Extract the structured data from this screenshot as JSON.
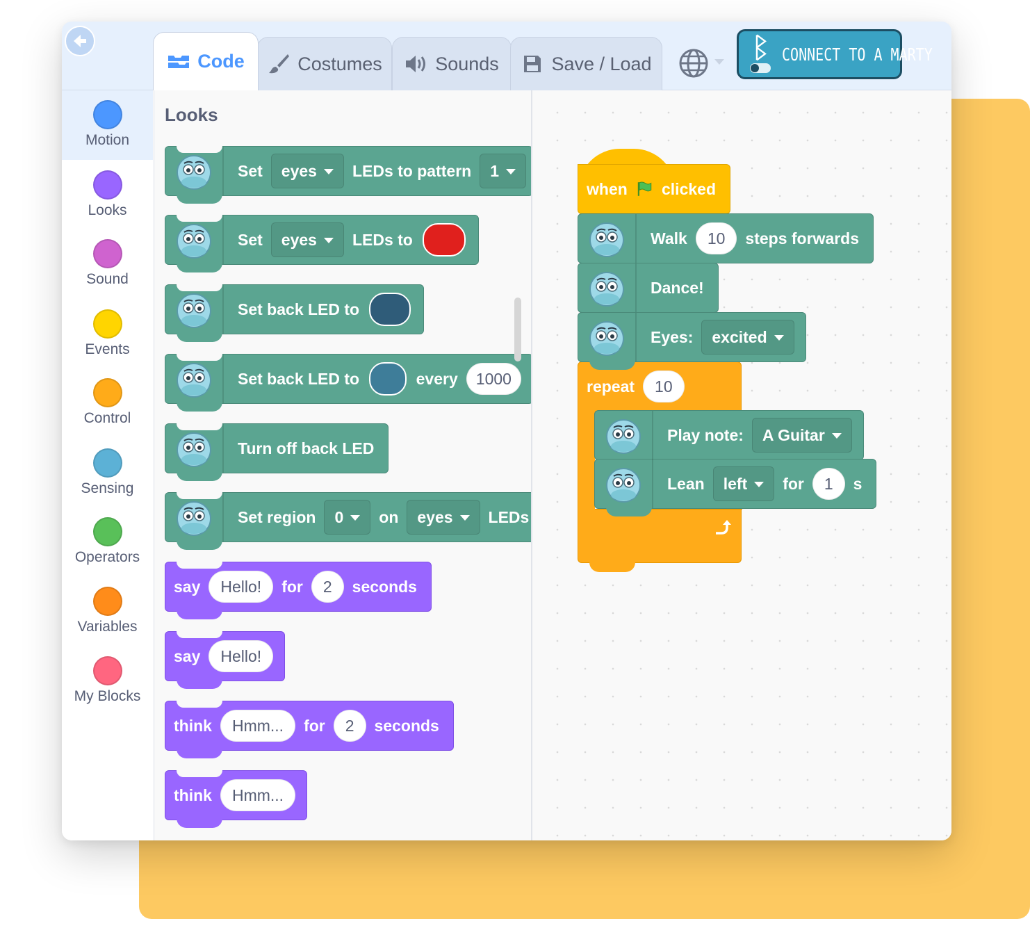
{
  "header": {
    "tabs": [
      {
        "label": "Code",
        "icon": "code-icon",
        "active": true
      },
      {
        "label": "Costumes",
        "icon": "brush-icon",
        "active": false
      },
      {
        "label": "Sounds",
        "icon": "speaker-icon",
        "active": false
      },
      {
        "label": "Save / Load",
        "icon": "floppy-disk-icon",
        "active": false
      }
    ],
    "connect_label": "CONNECT TO A MARTY"
  },
  "categories": [
    {
      "label": "Motion",
      "color": "#4c97ff"
    },
    {
      "label": "Looks",
      "color": "#9966ff"
    },
    {
      "label": "Sound",
      "color": "#cf63cf"
    },
    {
      "label": "Events",
      "color": "#ffd500"
    },
    {
      "label": "Control",
      "color": "#ffab19"
    },
    {
      "label": "Sensing",
      "color": "#5cb1d6"
    },
    {
      "label": "Operators",
      "color": "#59c059"
    },
    {
      "label": "Variables",
      "color": "#ff8c1a"
    },
    {
      "label": "My Blocks",
      "color": "#ff6680"
    }
  ],
  "palette": {
    "title": "Looks",
    "b1": {
      "set": "Set",
      "part": "eyes",
      "mid": "LEDs to pattern",
      "pattern": "1"
    },
    "b2": {
      "set": "Set",
      "part": "eyes",
      "mid": "LEDs to",
      "color": "#e0201d"
    },
    "b3": {
      "text": "Set back LED to",
      "color": "#2f5c79"
    },
    "b4": {
      "text": "Set back LED to",
      "color": "#3e7d99",
      "every": "every",
      "ms": "1000"
    },
    "b5": {
      "text": "Turn off back LED"
    },
    "b6": {
      "text": "Set region",
      "region": "0",
      "on": "on",
      "part": "eyes",
      "tail": "LEDs"
    },
    "b7": {
      "verb": "say",
      "msg": "Hello!",
      "for": "for",
      "secs": "2",
      "unit": "seconds"
    },
    "b8": {
      "verb": "say",
      "msg": "Hello!"
    },
    "b9": {
      "verb": "think",
      "msg": "Hmm...",
      "for": "for",
      "secs": "2",
      "unit": "seconds"
    },
    "b10": {
      "verb": "think",
      "msg": "Hmm..."
    }
  },
  "script": {
    "hat": {
      "when": "when",
      "clicked": "clicked"
    },
    "walk": {
      "label": "Walk",
      "steps": "10",
      "tail": "steps forwards"
    },
    "dance": {
      "label": "Dance!"
    },
    "eyes": {
      "label": "Eyes:",
      "value": "excited"
    },
    "repeat": {
      "label": "repeat",
      "times": "10"
    },
    "note": {
      "label": "Play note:",
      "value": "A Guitar"
    },
    "lean": {
      "label": "Lean",
      "dir": "left",
      "for": "for",
      "secs": "1",
      "unit": "s"
    }
  }
}
